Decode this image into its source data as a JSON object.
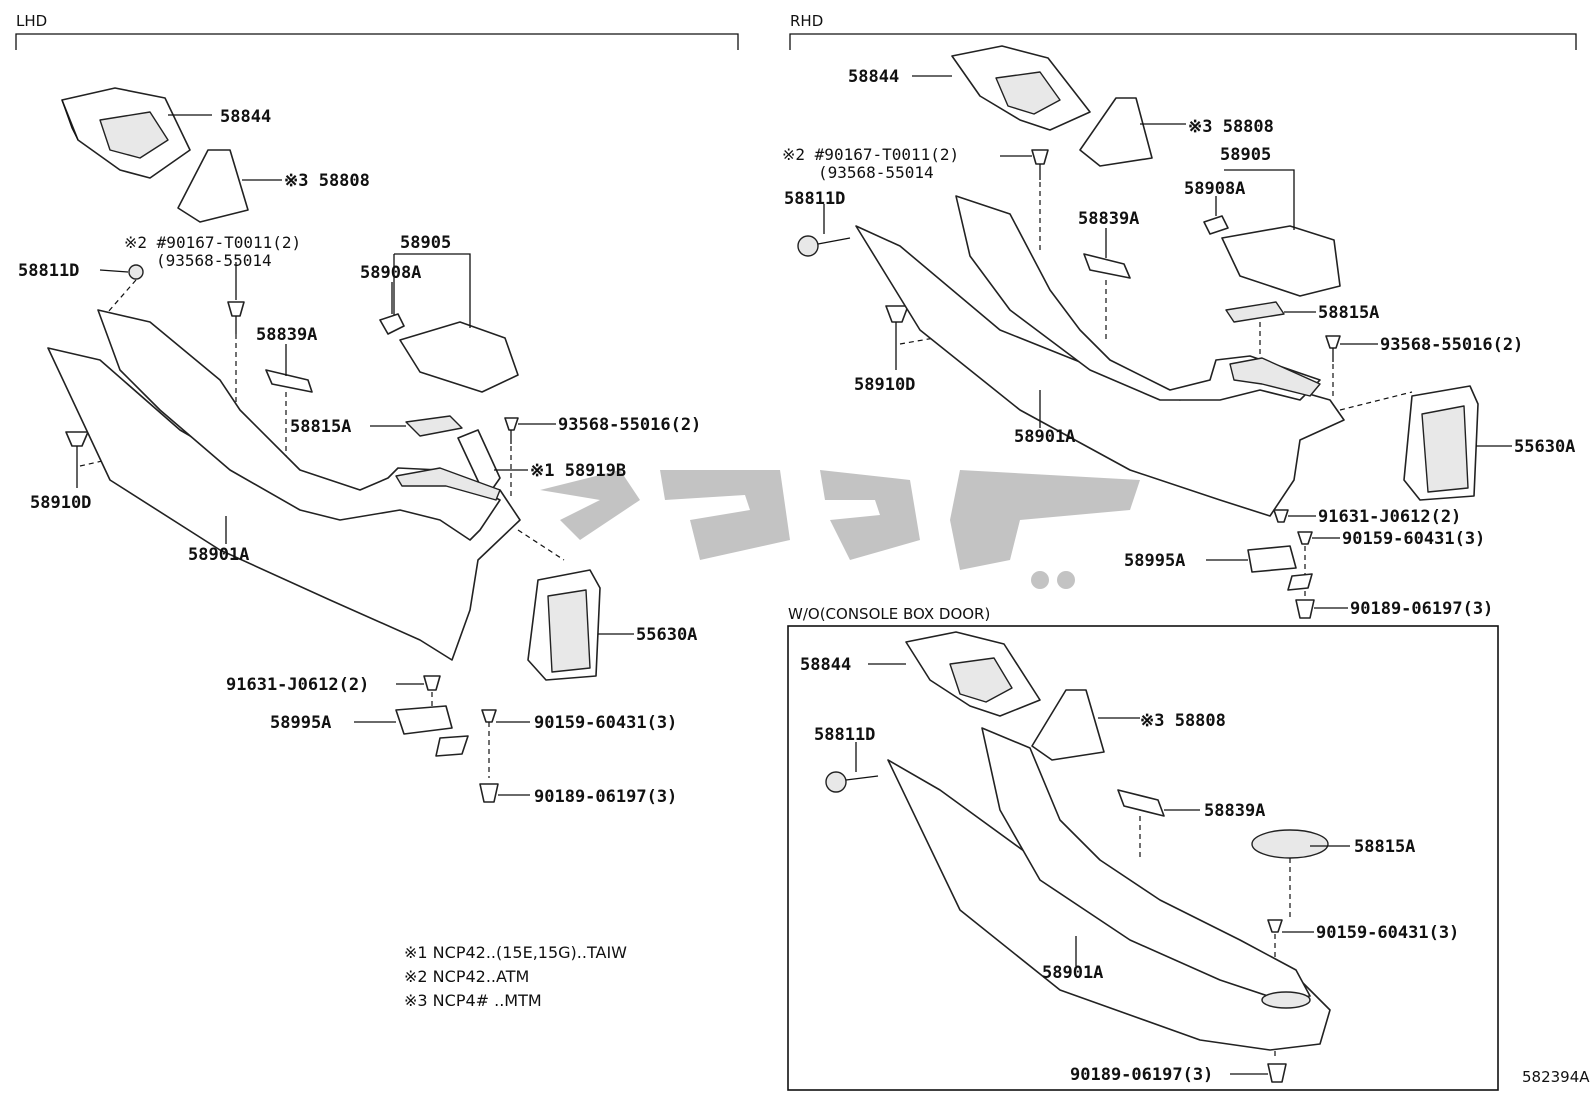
{
  "sections": {
    "lhd": "LHD",
    "rhd": "RHD",
    "wo": "W/O(CONSOLE BOX DOOR)"
  },
  "labels": {
    "l_58844": "58844",
    "l_58808": "※3 58808",
    "l_note2_a": "※2 #90167-T0011(2)",
    "l_note2_b": "(93568-55014",
    "l_58905": "58905",
    "l_58908A": "58908A",
    "l_58811D": "58811D",
    "l_58839A": "58839A",
    "l_58815A": "58815A",
    "l_93568": "93568-55016(2)",
    "l_58919B": "※1 58919B",
    "l_58910D": "58910D",
    "l_58901A": "58901A",
    "l_55630A": "55630A",
    "l_91631": "91631-J0612(2)",
    "l_58995A": "58995A",
    "l_90159": "90159-60431(3)",
    "l_90189": "90189-06197(3)",
    "r_58844": "58844",
    "r_58808": "※3 58808",
    "r_note2_a": "※2 #90167-T0011(2)",
    "r_note2_b": "(93568-55014",
    "r_58905": "58905",
    "r_58908A": "58908A",
    "r_58811D": "58811D",
    "r_58839A": "58839A",
    "r_58815A": "58815A",
    "r_93568": "93568-55016(2)",
    "r_58910D": "58910D",
    "r_58901A": "58901A",
    "r_55630A": "55630A",
    "r_91631": "91631-J0612(2)",
    "r_90159": "90159-60431(3)",
    "r_58995A": "58995A",
    "r_90189": "90189-06197(3)",
    "w_58844": "58844",
    "w_58808": "※3 58808",
    "w_58811D": "58811D",
    "w_58839A": "58839A",
    "w_58815A": "58815A",
    "w_90159": "90159-60431(3)",
    "w_58901A": "58901A",
    "w_90189": "90189-06197(3)"
  },
  "notes": [
    "※1 NCP42..(15E,15G)..TAIW",
    "※2 NCP42..ATM",
    "※3 NCP4# ..MTM"
  ],
  "diagram_id": "582394A"
}
